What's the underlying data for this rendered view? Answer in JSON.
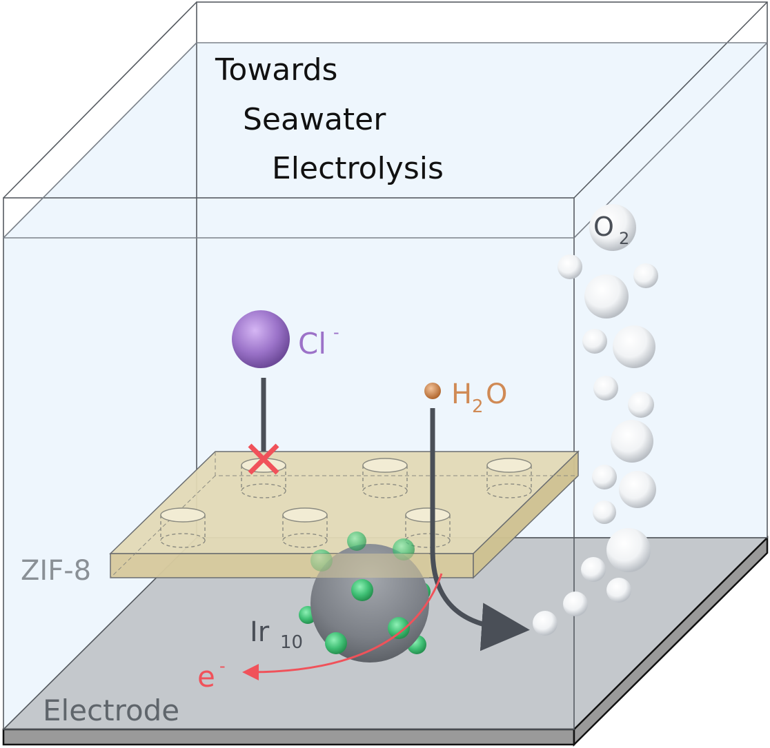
{
  "title": {
    "line1": "Towards",
    "line2": "Seawater",
    "line3": "Electrolysis"
  },
  "labels": {
    "chloride": "Cl",
    "chloride_charge": "-",
    "water_h": "H",
    "water_sub": "2",
    "water_o": "O",
    "oxygen": "O",
    "oxygen_sub": "2",
    "membrane": "ZIF-8",
    "cluster": "Ir",
    "cluster_sub": "10",
    "electron": "e",
    "electron_charge": "-",
    "electrode": "Electrode"
  },
  "colors": {
    "water_fill": "#eef6fd",
    "tank_line": "#555a60",
    "chloride": "#9c72c8",
    "water": "#d08a55",
    "blocked_mark": "#f0525a",
    "electron": "#f0525a",
    "membrane_fill": "#dcd0a6",
    "electrode_top": "#c4c8cc",
    "electrode_side": "#9a9a9a",
    "cluster": "#7b7f86",
    "cluster_dots": "#3fbf74",
    "path_arrow": "#4a4f57",
    "bubble": "#ffffff",
    "label_gray": "#5f656b"
  }
}
